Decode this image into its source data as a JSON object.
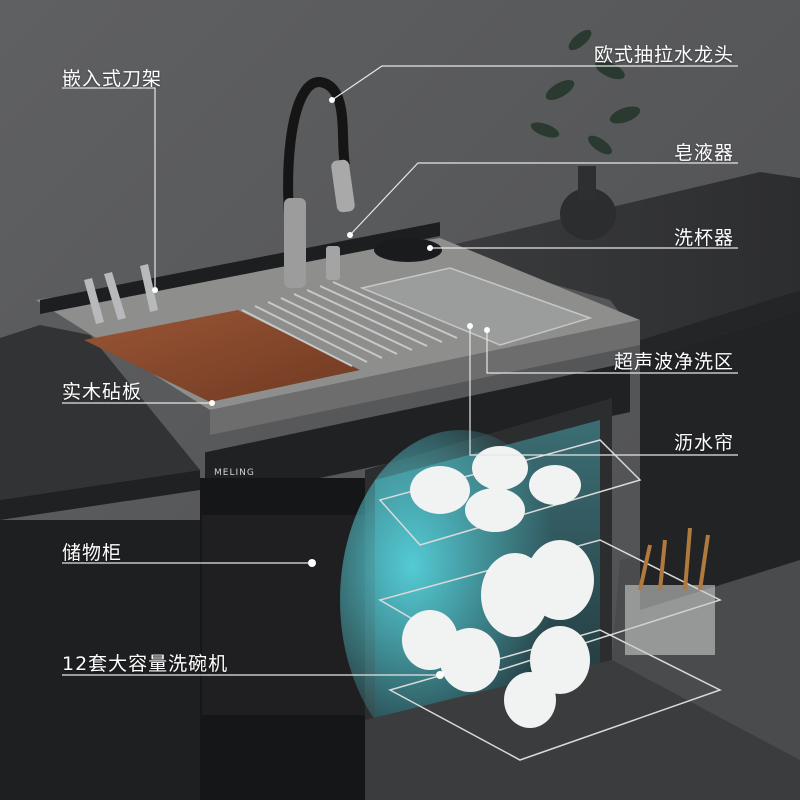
{
  "scene": {
    "description_free": true,
    "brand_text": "MELING",
    "colors": {
      "wall": "#5b5c5e",
      "countertop": "#3a3b3d",
      "sink": "#8f8f8d",
      "cutting_board": "#8a4a2c",
      "cabinet": "#1c1d1f",
      "dishwasher_light": "#4fd0d8",
      "label_text": "#ffffff",
      "leader_line": "#e8e8e8"
    }
  },
  "labels": {
    "knife_rack": "嵌入式刀架",
    "faucet": "欧式抽拉水龙头",
    "soap_dispenser": "皂液器",
    "cup_washer": "洗杯器",
    "cutting_board": "实木砧板",
    "ultrasonic_zone": "超声波净洗区",
    "drain_curtain": "沥水帘",
    "storage_cabinet": "储物柜",
    "dishwasher": "12套大容量洗碗机"
  }
}
